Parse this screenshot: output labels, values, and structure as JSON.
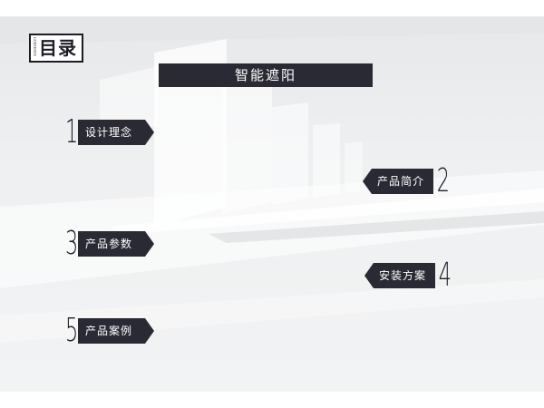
{
  "toc": {
    "title": "目录",
    "vertical_text": "CONTENTS"
  },
  "topic": "智能遮阳",
  "items": [
    {
      "number": "1",
      "label": "设计理念"
    },
    {
      "number": "2",
      "label": "产品简介"
    },
    {
      "number": "3",
      "label": "产品参数"
    },
    {
      "number": "4",
      "label": "安装方案"
    },
    {
      "number": "5",
      "label": "产品案例"
    }
  ],
  "colors": {
    "dark": "#2a2a35",
    "text_light": "#ffffff",
    "background": "#eceef0"
  }
}
